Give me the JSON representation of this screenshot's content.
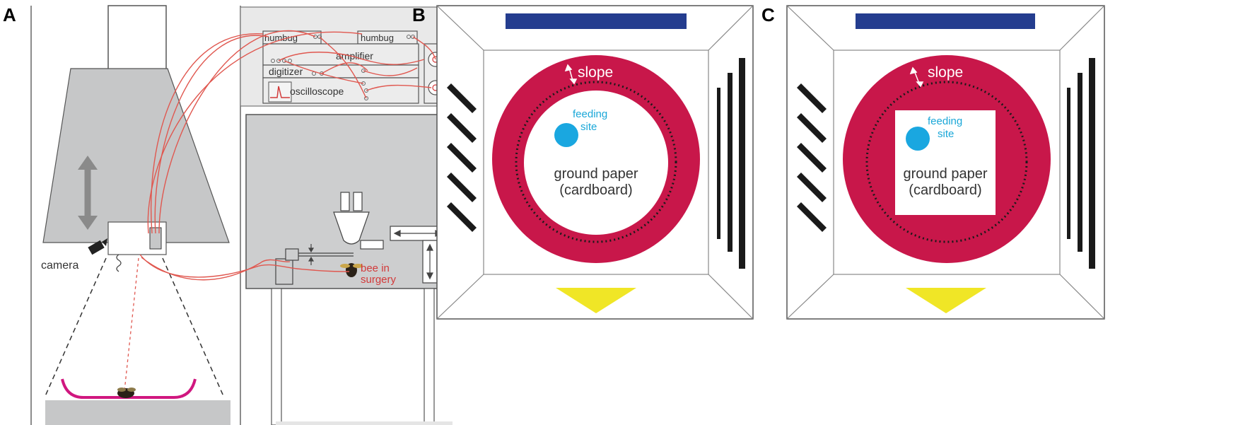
{
  "panels": {
    "a": {
      "letter": "A",
      "labels": {
        "humbug_left": "humbug",
        "humbug_right": "humbug",
        "amplifier": "amplifier",
        "digitizer": "digitizer",
        "oscilloscope": "oscilloscope",
        "camera": "camera",
        "bee_line1": "bee in",
        "bee_line2": "surgery"
      }
    },
    "b": {
      "letter": "B",
      "labels": {
        "slope": "slope",
        "feeding_line1": "feeding",
        "feeding_line2": "site",
        "ground_line1": "ground paper",
        "ground_line2": "(cardboard)"
      }
    },
    "c": {
      "letter": "C",
      "labels": {
        "slope": "slope",
        "feeding_line1": "feeding",
        "feeding_line2": "site",
        "ground_line1": "ground paper",
        "ground_line2": "(cardboard)"
      }
    }
  },
  "colors": {
    "ring": "#c8174a",
    "blue_bar": "#243d8f",
    "yellow_triangle": "#f0e626",
    "feeding_dot": "#1aa7e0",
    "wires": "#e0574f",
    "bench_gray": "#cdcecf",
    "arena_curve": "#d0177f"
  }
}
